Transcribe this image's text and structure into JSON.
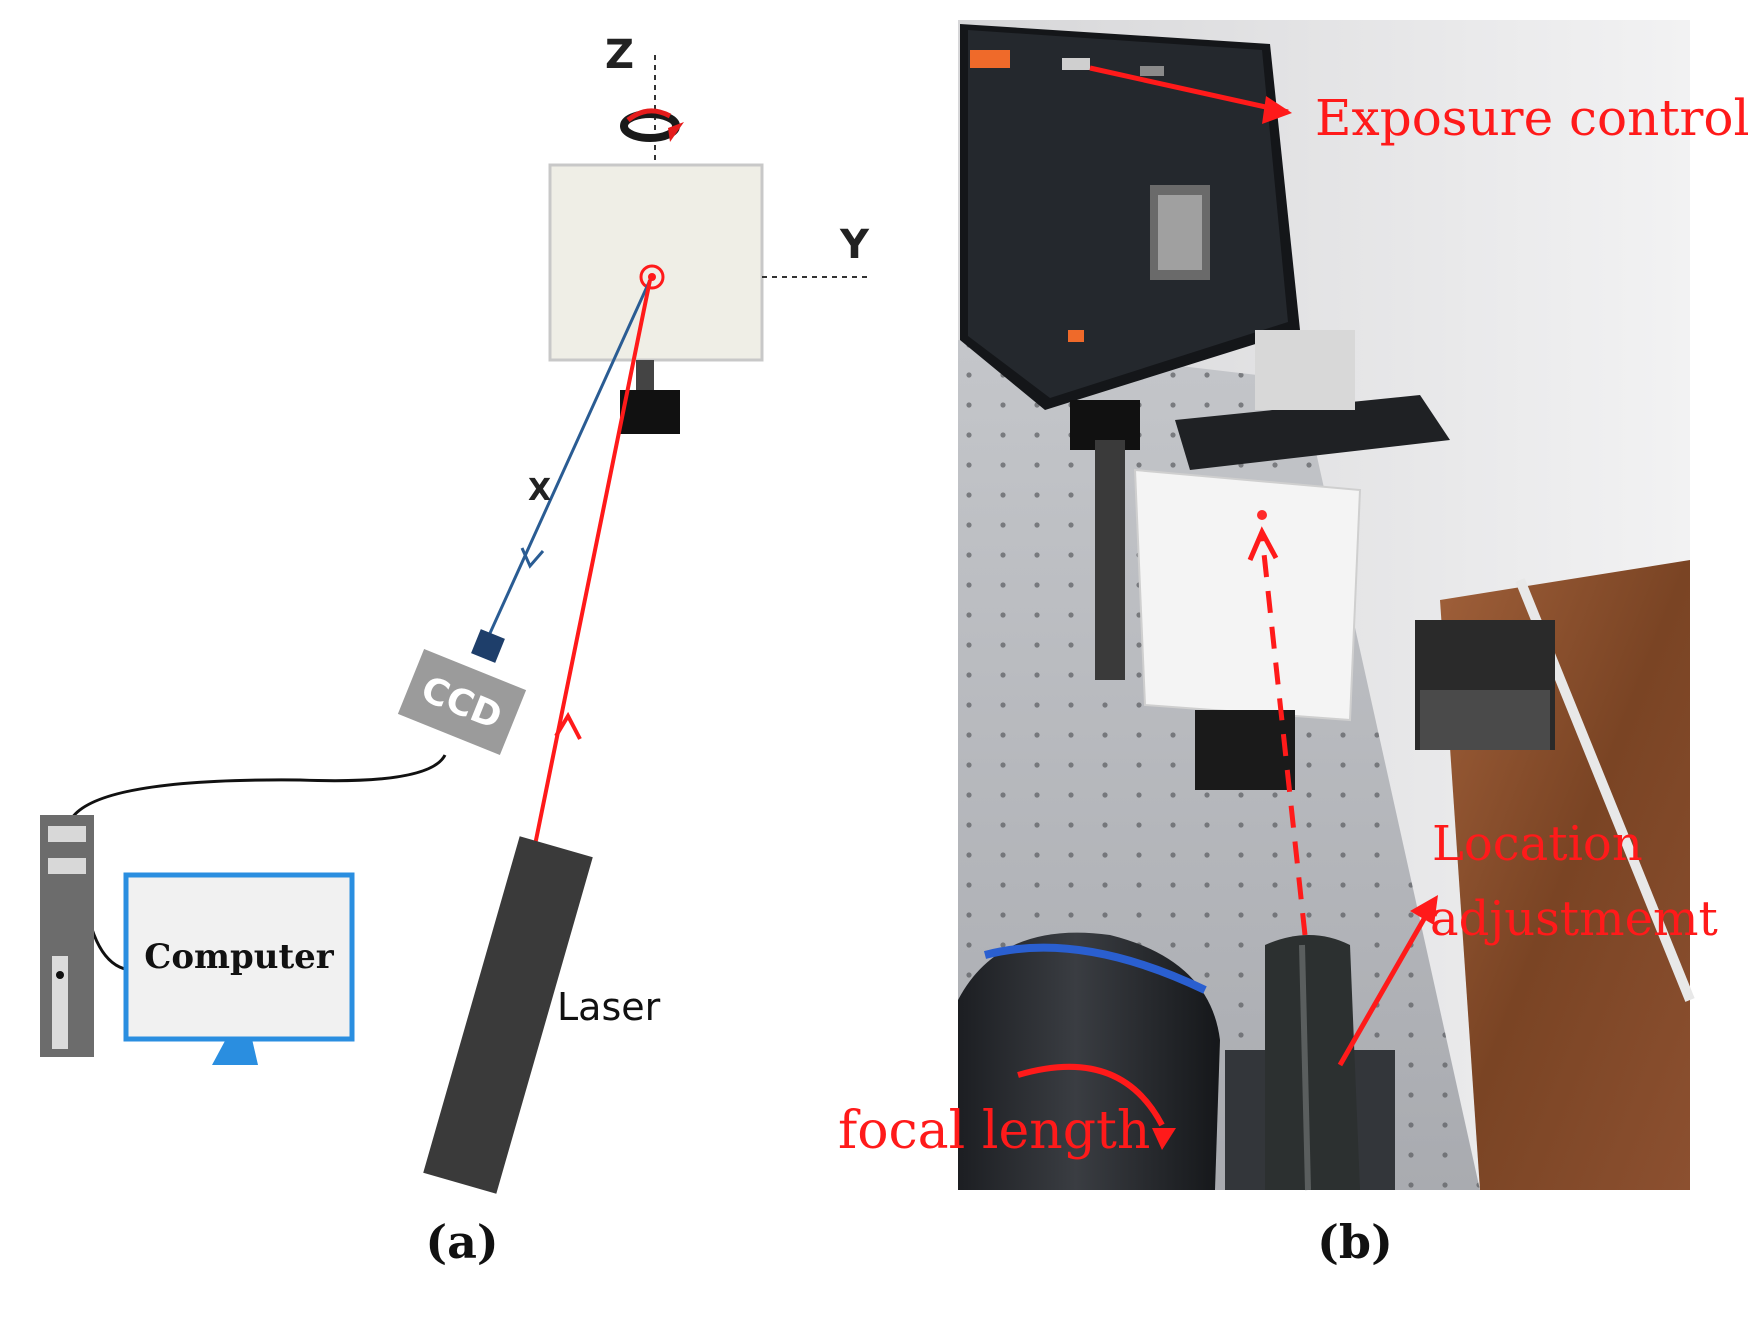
{
  "panel_a": {
    "axes": {
      "z": "Z",
      "y": "Y",
      "x": "X"
    },
    "ccd_label": "CCD",
    "computer_label": "Computer",
    "laser_label": "Laser",
    "caption": "(a)"
  },
  "panel_b": {
    "annotations": {
      "exposure": "Exposure control",
      "location_line1": "Location",
      "location_line2": "adjustmemt",
      "focal": "focal length"
    },
    "caption": "(b)"
  },
  "colors": {
    "laser_red": "#ff1a1a",
    "camera_ray_blue": "#2a5c93",
    "computer_blue": "#2a8ee0",
    "dark_device": "#3a3a3a",
    "ccd_gray": "#9b9b9b",
    "target_fill": "#efeee6"
  }
}
